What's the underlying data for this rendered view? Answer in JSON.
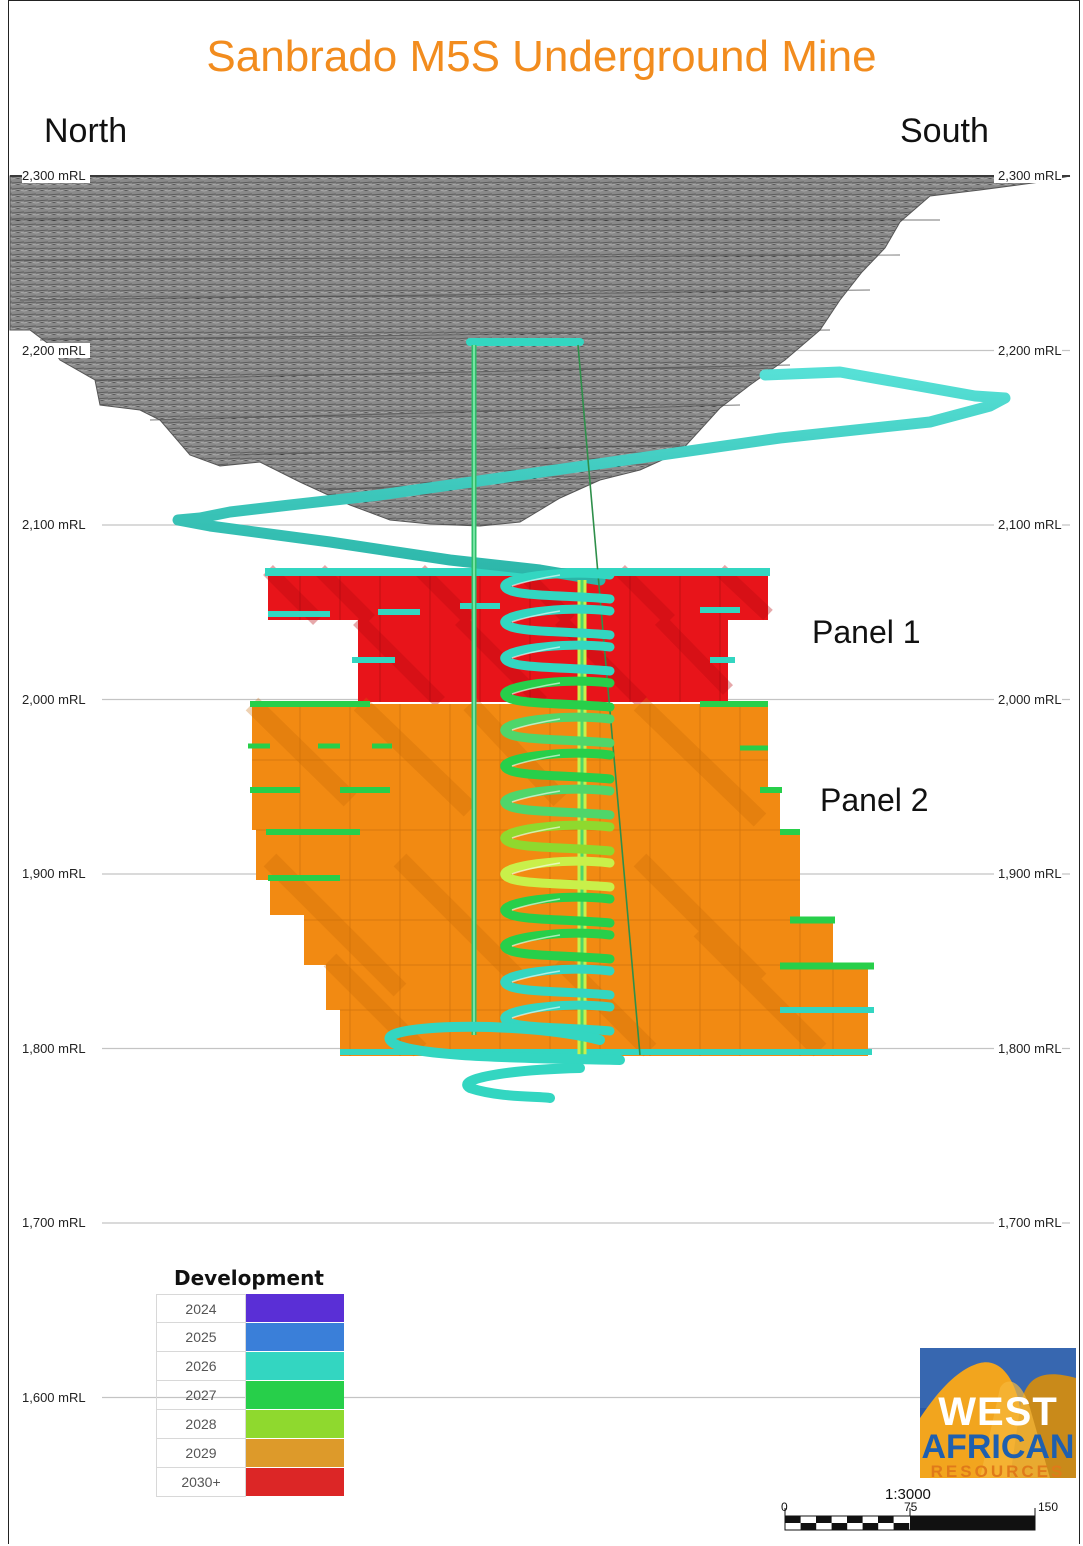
{
  "title": "Sanbrado M5S Underground Mine",
  "orientation": {
    "left": "North",
    "right": "South"
  },
  "levels": [
    {
      "label": "2,300 mRL",
      "rl": 2300
    },
    {
      "label": "2,200 mRL",
      "rl": 2200
    },
    {
      "label": "2,100 mRL",
      "rl": 2100
    },
    {
      "label": "2,000 mRL",
      "rl": 2000
    },
    {
      "label": "1,900 mRL",
      "rl": 1900
    },
    {
      "label": "1,800 mRL",
      "rl": 1800
    },
    {
      "label": "1,700 mRL",
      "rl": 1700
    },
    {
      "label": "1,600 mRL",
      "rl": 1600
    }
  ],
  "panels": [
    {
      "label": "Panel 1",
      "color": "#e8141a"
    },
    {
      "label": "Panel 2",
      "color": "#f28a12"
    }
  ],
  "legend": {
    "title": "Development",
    "items": [
      {
        "year": "2024",
        "color": "#5a2fd6"
      },
      {
        "year": "2025",
        "color": "#3a7fd9"
      },
      {
        "year": "2026",
        "color": "#33d6c1"
      },
      {
        "year": "2027",
        "color": "#27cf4a"
      },
      {
        "year": "2028",
        "color": "#8fd92e"
      },
      {
        "year": "2029",
        "color": "#dd9a2a"
      },
      {
        "year": "2030+",
        "color": "#dc2626"
      }
    ]
  },
  "logo": {
    "line1": "WEST",
    "line2": "AFRICAN",
    "line3": "RESOURCES"
  },
  "scale": {
    "ratio": "1:3000",
    "ticks": [
      "0",
      "75",
      "150"
    ]
  },
  "colors": {
    "title": "#f28c1e",
    "ramp": "#4fd6d0",
    "shaft": "#2fbf6a"
  }
}
